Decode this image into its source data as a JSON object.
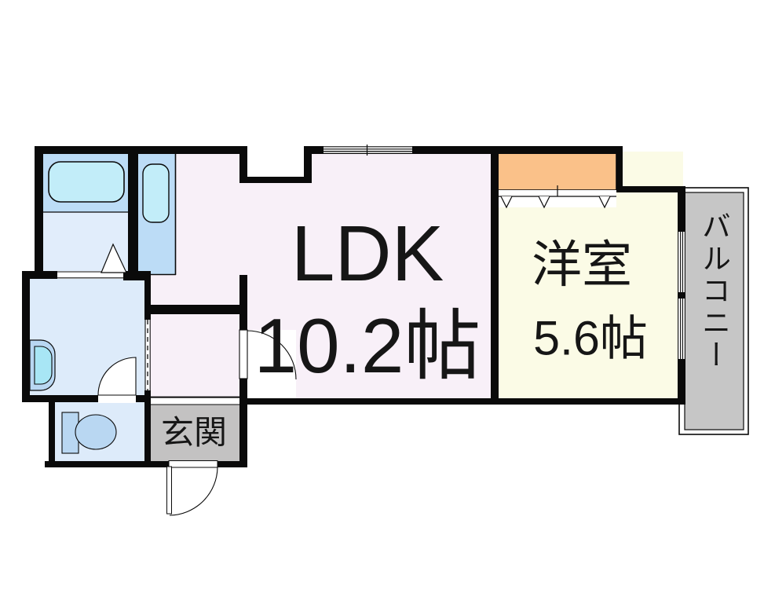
{
  "labels": {
    "ldk": "LDK",
    "ldk_size": "10.2帖",
    "western_room": "洋室",
    "western_room_size": "5.6帖",
    "entrance": "玄関",
    "balcony": "バルコニー"
  },
  "colors": {
    "wall": "#0a0a0a",
    "text": "#161616",
    "outside": "#ffffff",
    "ldk_floor": "#f8f0f8",
    "western_room_floor": "#fbfbe6",
    "closet": "#fac189",
    "balcony": "#c6c6c6",
    "entrance_floor": "#c3c2c2",
    "bath_wet_area": "#bcdcf6",
    "bath_floor": "#e1edfb",
    "washroom_floor": "#ddebfa",
    "fixture_blue": "#b9d7f2",
    "fixture_cyan": "#c2edf9",
    "basin_inner": "#a8e6f5"
  }
}
